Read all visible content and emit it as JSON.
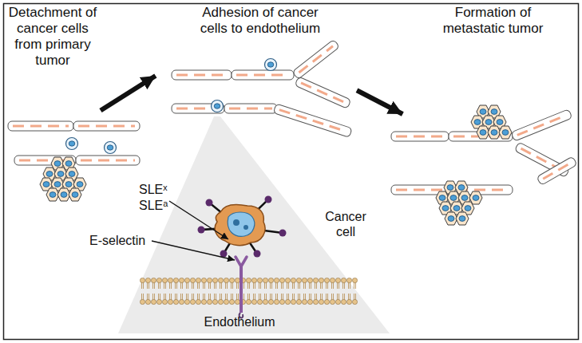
{
  "diagram": {
    "nodes": [
      {
        "text": [
          "Detachment of cancer cells from primary tumor"
        ]
      },
      {
        "text": [
          "Adhesion of cancer cells to endothelium"
        ]
      },
      {
        "text": [
          "Formation of metastatic tumor"
        ]
      }
    ],
    "edges": [
      {
        "from": 0,
        "to": 1,
        "arrow": "to"
      },
      {
        "from": 1,
        "to": 2,
        "arrow": "to"
      }
    ],
    "labels": [
      "SLEˣ",
      "SLEᵃ",
      "E-selectin",
      "Cancer cell",
      "Endothelium"
    ]
  }
}
